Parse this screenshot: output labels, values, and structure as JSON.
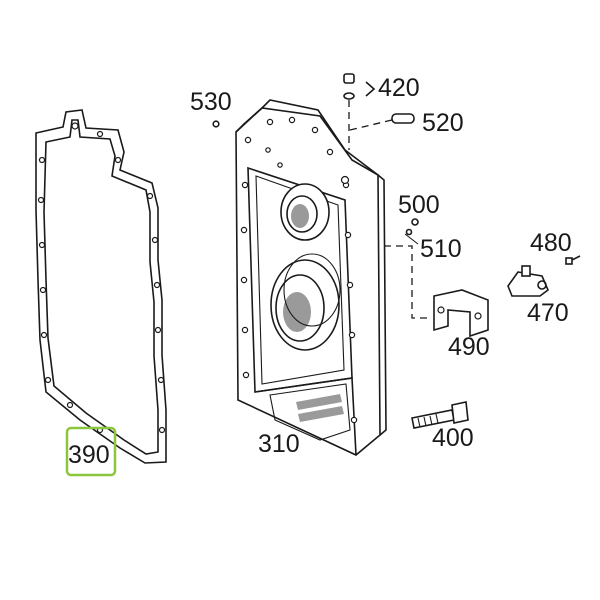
{
  "callouts": {
    "c420": "420",
    "c530": "530",
    "c520": "520",
    "c500": "500",
    "c510": "510",
    "c480": "480",
    "c470": "470",
    "c490": "490",
    "c400": "400",
    "c310": "310",
    "c390": "390"
  },
  "highlight": {
    "label": "390",
    "color": "#8cc63f"
  }
}
